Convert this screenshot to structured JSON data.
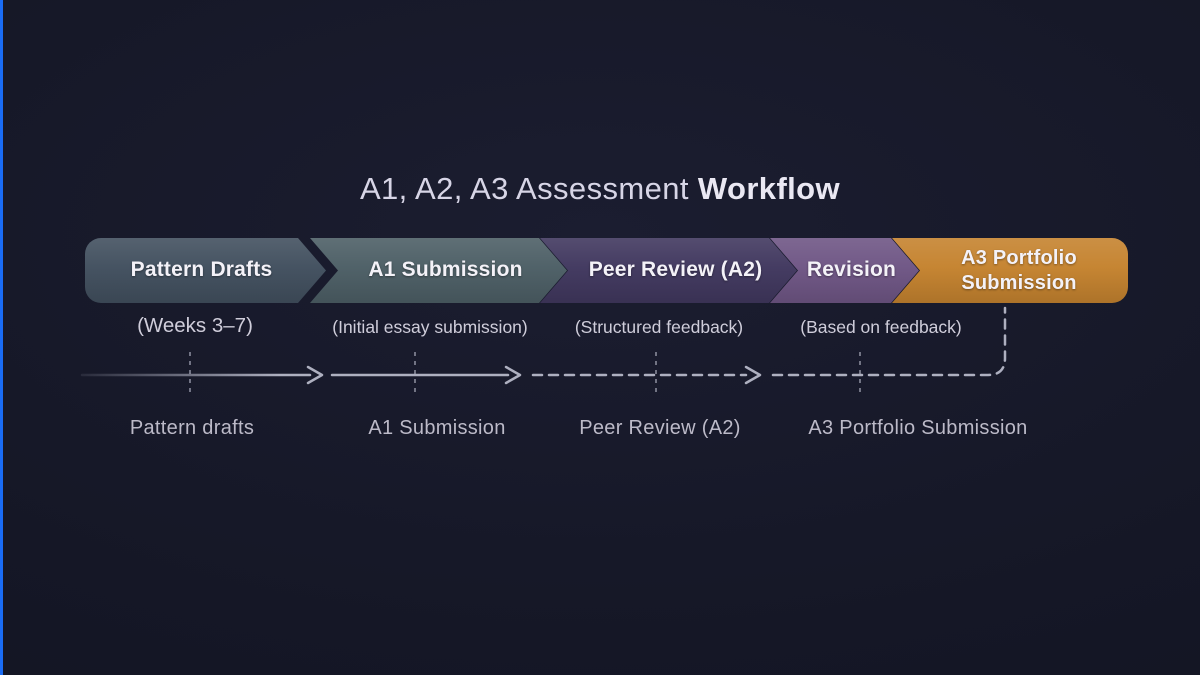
{
  "title": {
    "prefix": "A1, A2, A3 Assessment",
    "emphasis": "Workflow"
  },
  "stages": [
    {
      "label": "Pattern Drafts",
      "sublabel": "(Weeks 3–7)",
      "color": "#42505f"
    },
    {
      "label": "A1 Submission",
      "sublabel": "(Initial essay submission)",
      "color": "#4d5f66"
    },
    {
      "label": "Peer Review (A2)",
      "sublabel": "(Structured feedback)",
      "color": "#41385f"
    },
    {
      "label": "Revision",
      "sublabel": "(Based on feedback)",
      "color": "#6f5685"
    },
    {
      "label": "A3 Portfolio Submission",
      "sublabel": "",
      "color": "#c5832f"
    }
  ],
  "timeline": {
    "milestones": [
      "Pattern drafts",
      "A1 Submission",
      "Peer Review (A2)",
      "A3 Portfolio Submission"
    ],
    "line_color": "#aeb0c0",
    "tick_color": "#8f91a2"
  },
  "colors": {
    "background": "#151726",
    "left_edge_accent": "#1a6cf5",
    "title_text": "#d7d5e6",
    "note_text": "#cfcdda",
    "milestone_text": "#bcbac8"
  }
}
